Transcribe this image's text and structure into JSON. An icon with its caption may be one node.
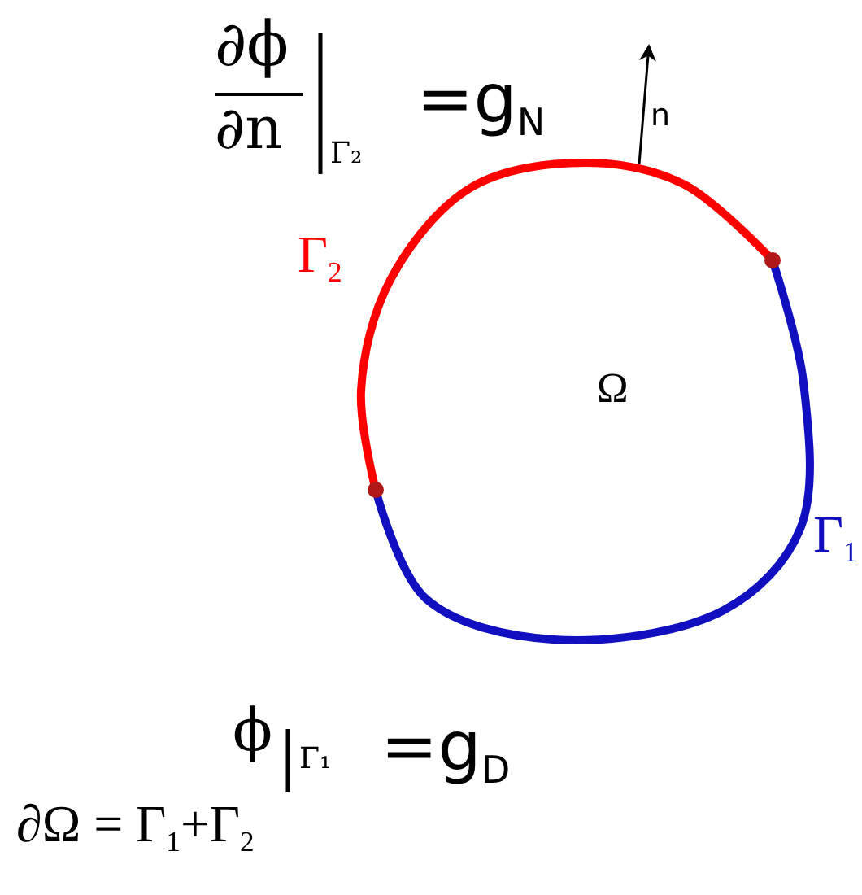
{
  "diagram": {
    "labels": [
      "∂ϕ",
      "∂n",
      "Γ₂",
      "=g$_{N}$",
      "n",
      "Γ$_{2}$",
      "Ω",
      "Γ$_{1}$",
      "ϕ",
      "Γ₁",
      "=g$_{D}$",
      "∂Ω = Γ$_{1}$+Γ$_{2}$"
    ]
  }
}
